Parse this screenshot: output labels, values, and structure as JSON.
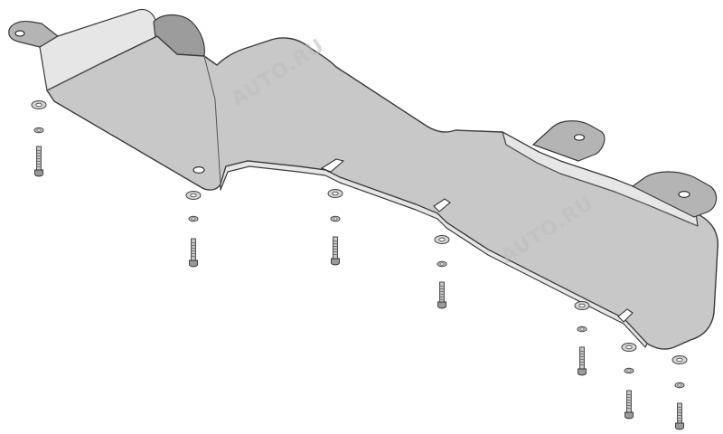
{
  "diagram": {
    "watermark_text": "AUTO.RU",
    "colors": {
      "plate": "#c8c8c8",
      "plate_light": "#e6e6e6",
      "plate_shade": "#9c9c9c",
      "outline": "#3a3a3a",
      "background": "#ffffff"
    },
    "fastener_set_count": 7,
    "mounting_holes_count": 4
  }
}
